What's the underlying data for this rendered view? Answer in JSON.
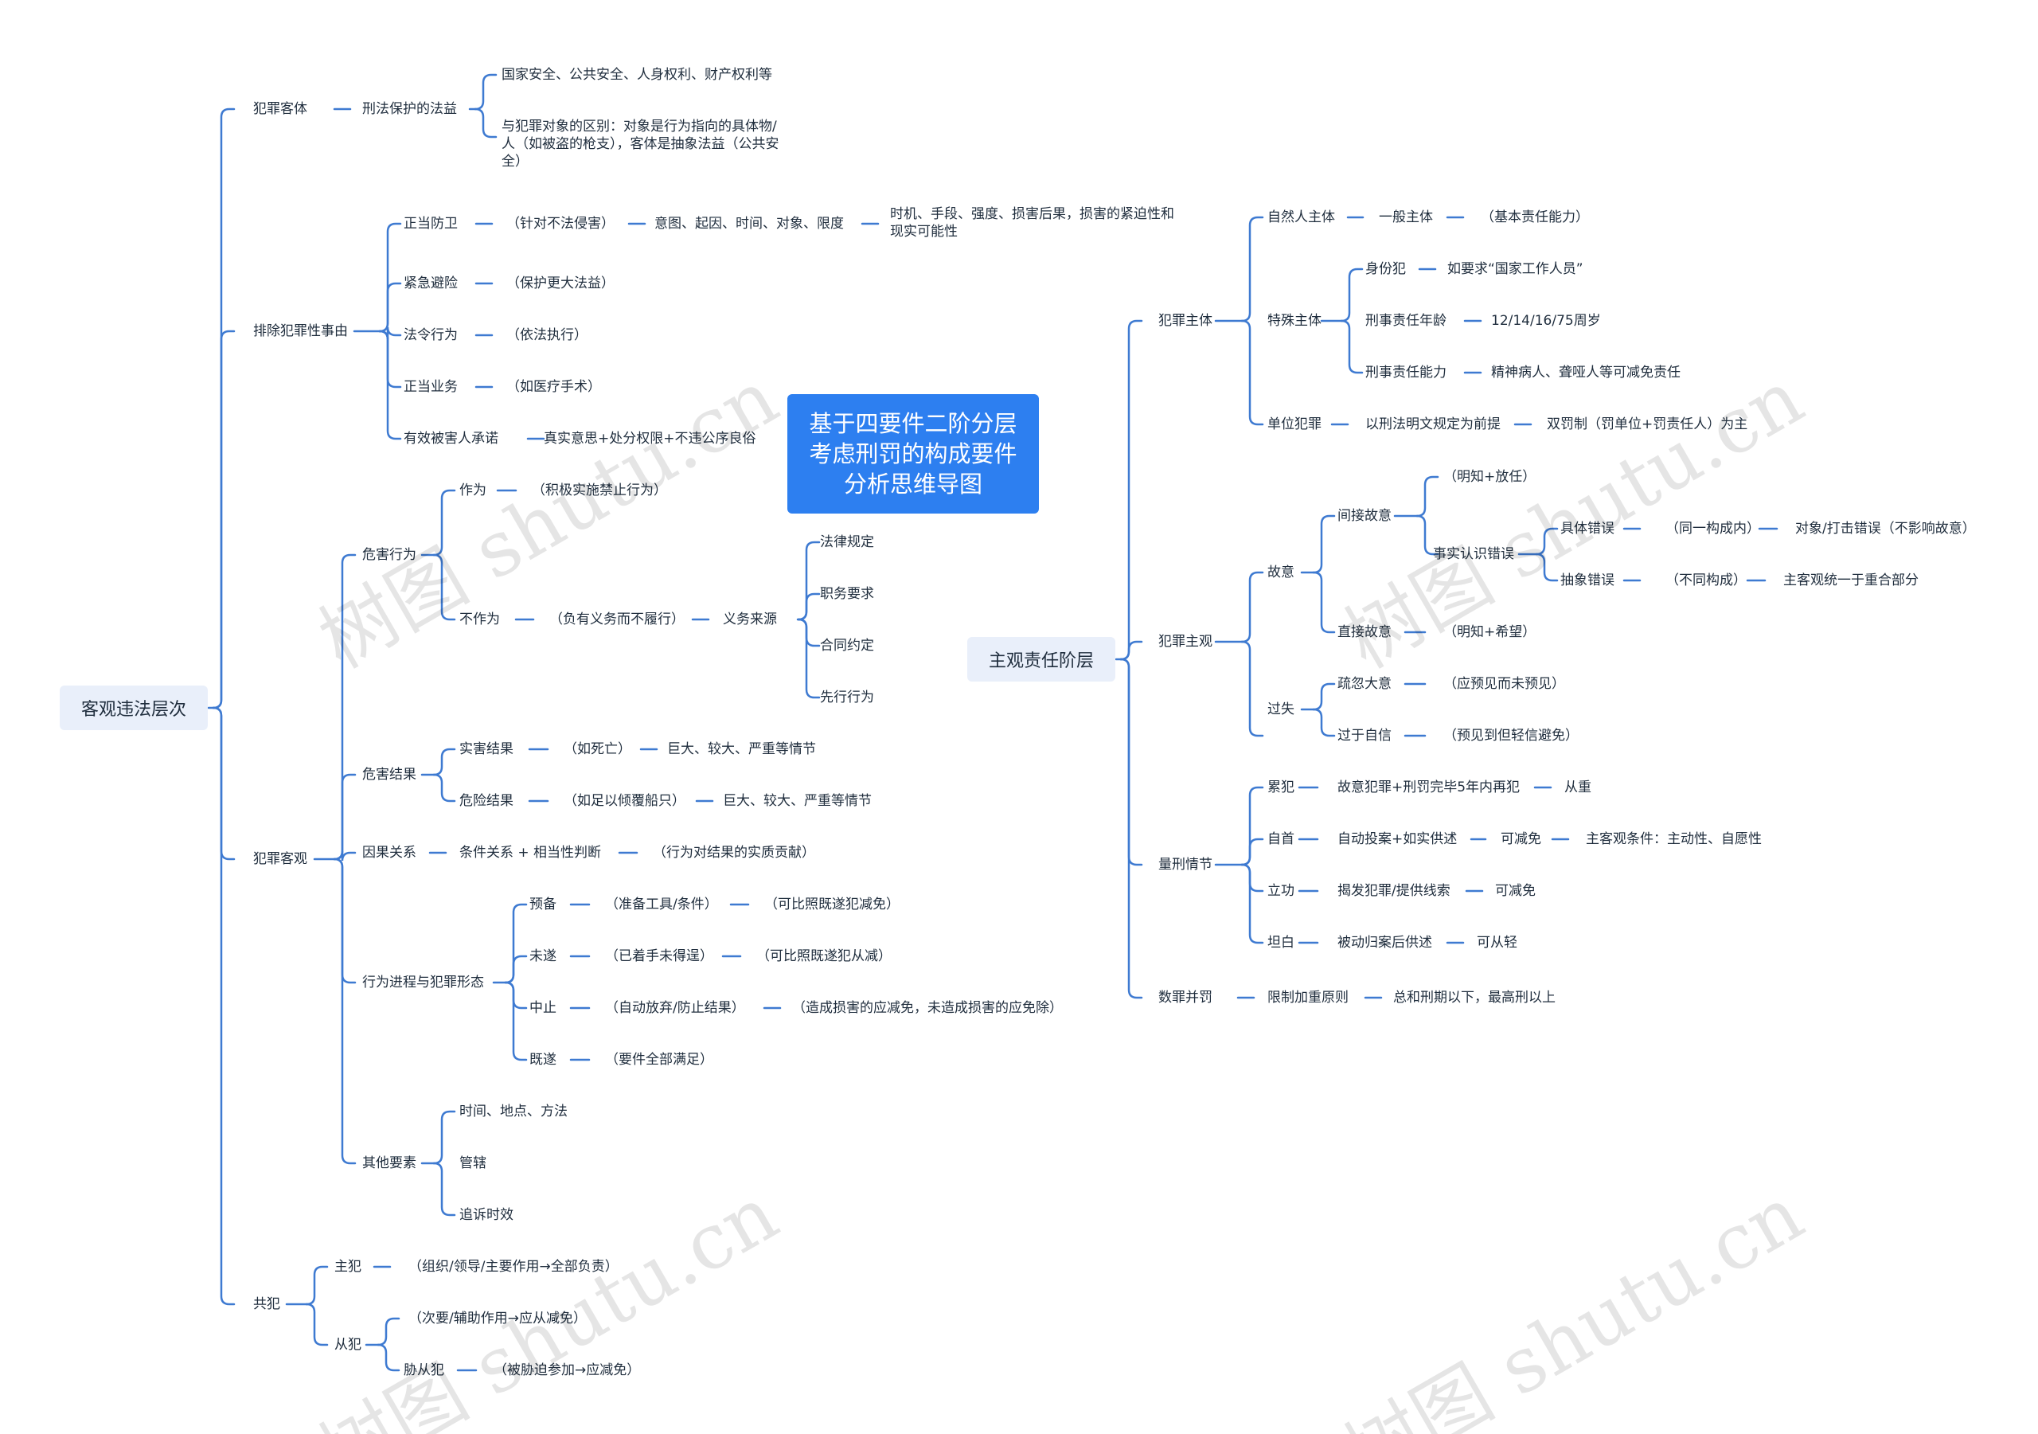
{
  "title": "基于四要件二阶分层考虑刑罚的构成要件分析思维导图",
  "watermark": "树图 shutu.cn",
  "colors": {
    "line": "#3e7ad1",
    "root_bg": "#2d7ff0",
    "main_bg": "#e9effa",
    "text": "#1f2d3d"
  },
  "left": {
    "label": "客观违法层次",
    "object": {
      "label": "犯罪客体",
      "legal_interest": "刑法保护的法益",
      "item1": "国家安全、公共安全、人身权利、财产权利等",
      "item2": "与犯罪对象的区别：对象是行为指向的具体物/人（如被盗的枪支），客体是抽象法益（公共安全）"
    },
    "justification": {
      "label": "排除犯罪性事由",
      "self_defense": {
        "label": "正当防卫",
        "note": "（针对不法侵害）",
        "conditions": "意图、起因、时间、对象、限度",
        "detail": "时机、手段、强度、损害后果，损害的紧迫性和现实可能性"
      },
      "necessity": {
        "label": "紧急避险",
        "note": "（保护更大法益）"
      },
      "legal_act": {
        "label": "法令行为",
        "note": "（依法执行）"
      },
      "business": {
        "label": "正当业务",
        "note": "（如医疗手术）"
      },
      "consent": {
        "label": "有效被害人承诺",
        "note": "真实意思+处分权限+不违公序良俗"
      }
    },
    "objective": {
      "label": "犯罪客观",
      "harm_act": {
        "label": "危害行为",
        "action": {
          "label": "作为",
          "note": "（积极实施禁止行为）"
        },
        "omission": {
          "label": "不作为",
          "note": "（负有义务而不履行）",
          "source": "义务来源"
        },
        "sources": [
          "法律规定",
          "职务要求",
          "合同约定",
          "先行行为"
        ]
      },
      "harm_result": {
        "label": "危害结果",
        "actual": {
          "label": "实害结果",
          "note": "（如死亡）",
          "degree": "巨大、较大、严重等情节"
        },
        "danger": {
          "label": "危险结果",
          "note": "（如足以倾覆船只）",
          "degree": "巨大、较大、严重等情节"
        }
      },
      "causation": {
        "label": "因果关系",
        "rule": "条件关系 + 相当性判断",
        "note": "（行为对结果的实质贡献）"
      },
      "stages": {
        "label": "行为进程与犯罪形态",
        "prep": {
          "label": "预备",
          "note": "（准备工具/条件）",
          "penalty": "（可比照既遂犯减免）"
        },
        "attempt": {
          "label": "未遂",
          "note": "（已着手未得逞）",
          "penalty": "（可比照既遂犯从减）"
        },
        "abandon": {
          "label": "中止",
          "note": "（自动放弃/防止结果）",
          "penalty": "（造成损害的应减免，未造成损害的应免除）"
        },
        "done": {
          "label": "既遂",
          "note": "（要件全部满足）"
        }
      },
      "others": {
        "label": "其他要素",
        "items": [
          "时间、地点、方法",
          "管辖",
          "追诉时效"
        ]
      }
    },
    "joint": {
      "label": "共犯",
      "principal": {
        "label": "主犯",
        "note": "（组织/领导/主要作用→全部负责）"
      },
      "accessory": {
        "label": "从犯",
        "note": "（次要/辅助作用→应从减免）"
      },
      "coerced": {
        "label": "胁从犯",
        "note": "（被胁迫参加→应减免）"
      }
    }
  },
  "right": {
    "label": "主观责任阶层",
    "subject": {
      "label": "犯罪主体",
      "natural": {
        "label": "自然人主体",
        "general": "一般主体",
        "note": "（基本责任能力）"
      },
      "special": {
        "label": "特殊主体",
        "identity": {
          "label": "身份犯",
          "note": "如要求“国家工作人员”"
        },
        "age": {
          "label": "刑事责任年龄",
          "note": "12/14/16/75周岁"
        },
        "capacity": {
          "label": "刑事责任能力",
          "note": "精神病人、聋哑人等可减免责任"
        }
      },
      "unit": {
        "label": "单位犯罪",
        "premise": "以刑法明文规定为前提",
        "note": "双罚制（罚单位+罚责任人）为主"
      }
    },
    "mental": {
      "label": "犯罪主观",
      "intent": {
        "label": "故意",
        "indirect": {
          "label": "间接故意",
          "note": "（明知+放任）",
          "error": "事实认识错误",
          "concrete": {
            "label": "具体错误",
            "note": "（同一构成内）",
            "effect": "对象/打击错误（不影响故意）"
          },
          "abstract": {
            "label": "抽象错误",
            "note": "（不同构成）",
            "effect": "主客观统一于重合部分"
          }
        },
        "direct": {
          "label": "直接故意",
          "note": "（明知+希望）"
        }
      },
      "negligence": {
        "label": "过失",
        "careless": {
          "label": "疏忽大意",
          "note": "（应预见而未预见）"
        },
        "overconfident": {
          "label": "过于自信",
          "note": "（预见到但轻信避免）"
        }
      }
    },
    "sentencing": {
      "label": "量刑情节",
      "recidivism": {
        "label": "累犯",
        "rule": "故意犯罪+刑罚完毕5年内再犯",
        "effect": "从重"
      },
      "surrender": {
        "label": "自首",
        "rule": "自动投案+如实供述",
        "effect": "可减免",
        "condition": "主客观条件：主动性、自愿性"
      },
      "merit": {
        "label": "立功",
        "rule": "揭发犯罪/提供线索",
        "effect": "可减免"
      },
      "confession": {
        "label": "坦白",
        "rule": "被动归案后供述",
        "effect": "可从轻"
      }
    },
    "combined": {
      "label": "数罪并罚",
      "rule": "限制加重原则",
      "note": "总和刑期以下，最高刑以上"
    }
  }
}
